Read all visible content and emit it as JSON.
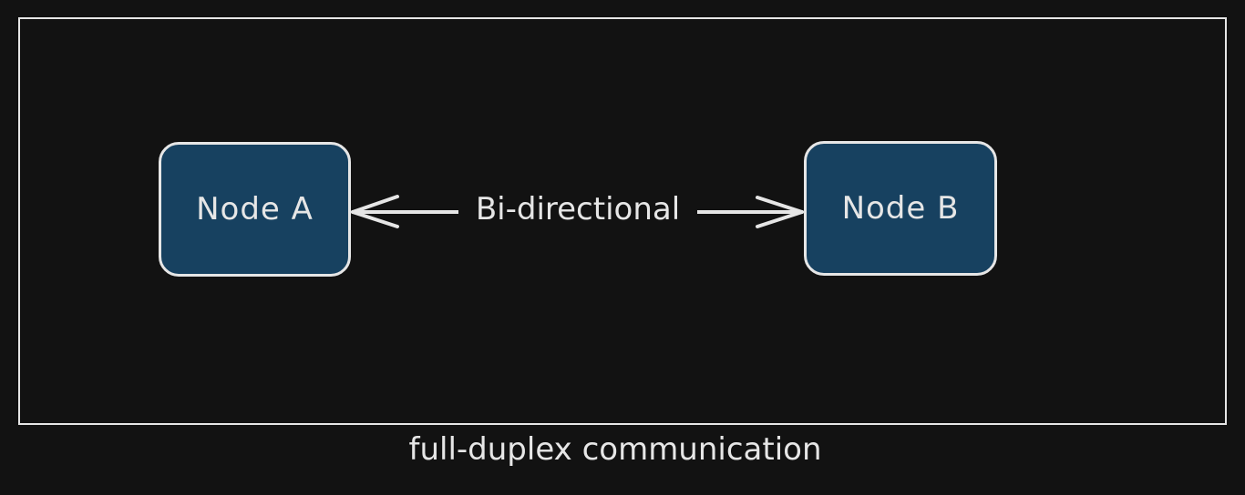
{
  "diagram": {
    "nodes": [
      {
        "id": "A",
        "label": "Node A"
      },
      {
        "id": "B",
        "label": "Node B"
      }
    ],
    "edge": {
      "from": "A",
      "to": "B",
      "direction": "both",
      "label": "Bi-directional"
    },
    "caption": "full-duplex communication"
  },
  "colors": {
    "background": "#121212",
    "stroke": "#e6e6e6",
    "node_fill": "#174160"
  }
}
